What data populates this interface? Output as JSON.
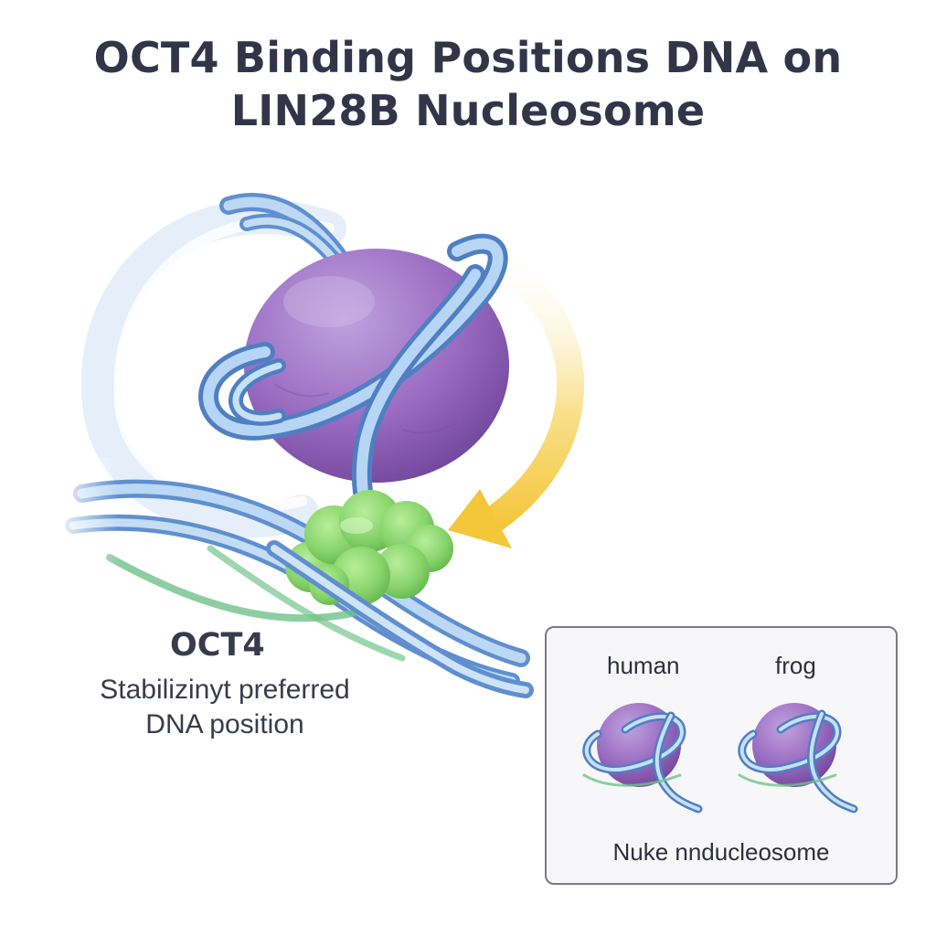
{
  "title": {
    "line1": "OCT4 Binding Positions DNA on",
    "line2": "LIN28B Nucleosome"
  },
  "oct4": {
    "label": "OCT4",
    "desc_line1": "Stabilizinyt preferred",
    "desc_line2": "DNA position"
  },
  "panel": {
    "human_label": "human",
    "frog_label": "frog",
    "caption": "Nuke nnducleosome"
  },
  "colors": {
    "histone": "#9a6cc2",
    "dna": "#7aaee0",
    "oct4_protein": "#86d36a",
    "arrow": "#f4cf45",
    "title_text": "#343449"
  }
}
